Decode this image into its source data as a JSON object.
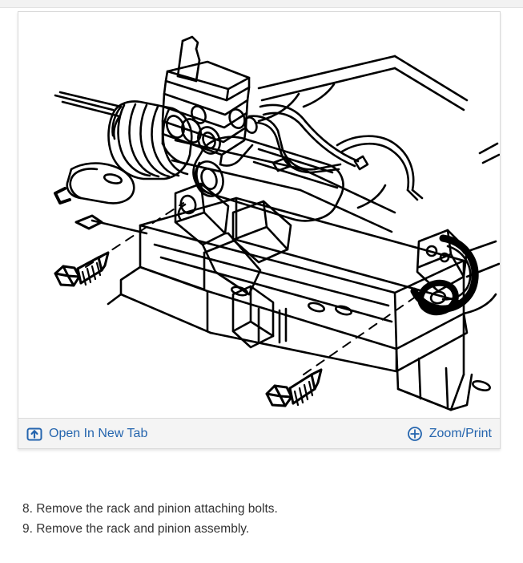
{
  "page": {
    "background_color": "#ffffff",
    "top_strip_color": "#f2f2f2"
  },
  "image_card": {
    "border_color": "#d8d8d8",
    "toolbar": {
      "background_color": "#f4f4f4",
      "link_color": "#2565ae",
      "open_in_new_tab": {
        "label": "Open In New Tab",
        "icon": "open-in-new-tab-icon"
      },
      "zoom_print": {
        "label": "Zoom/Print",
        "icon": "zoom-plus-icon"
      }
    },
    "illustration": {
      "alt": "Line drawing of a rack and pinion steering gear mounted on a front suspension crossmember, with two attaching bolts called out by dashed leader lines",
      "line_color": "#000000",
      "callouts": [
        {
          "name": "left-attaching-bolt",
          "kind": "hex-head-bolt"
        },
        {
          "name": "right-attaching-bolt",
          "kind": "hex-head-bolt"
        }
      ]
    }
  },
  "instructions": {
    "text_color": "#333333",
    "steps": [
      "8. Remove the rack and pinion attaching bolts.",
      "9. Remove the rack and pinion assembly."
    ]
  }
}
